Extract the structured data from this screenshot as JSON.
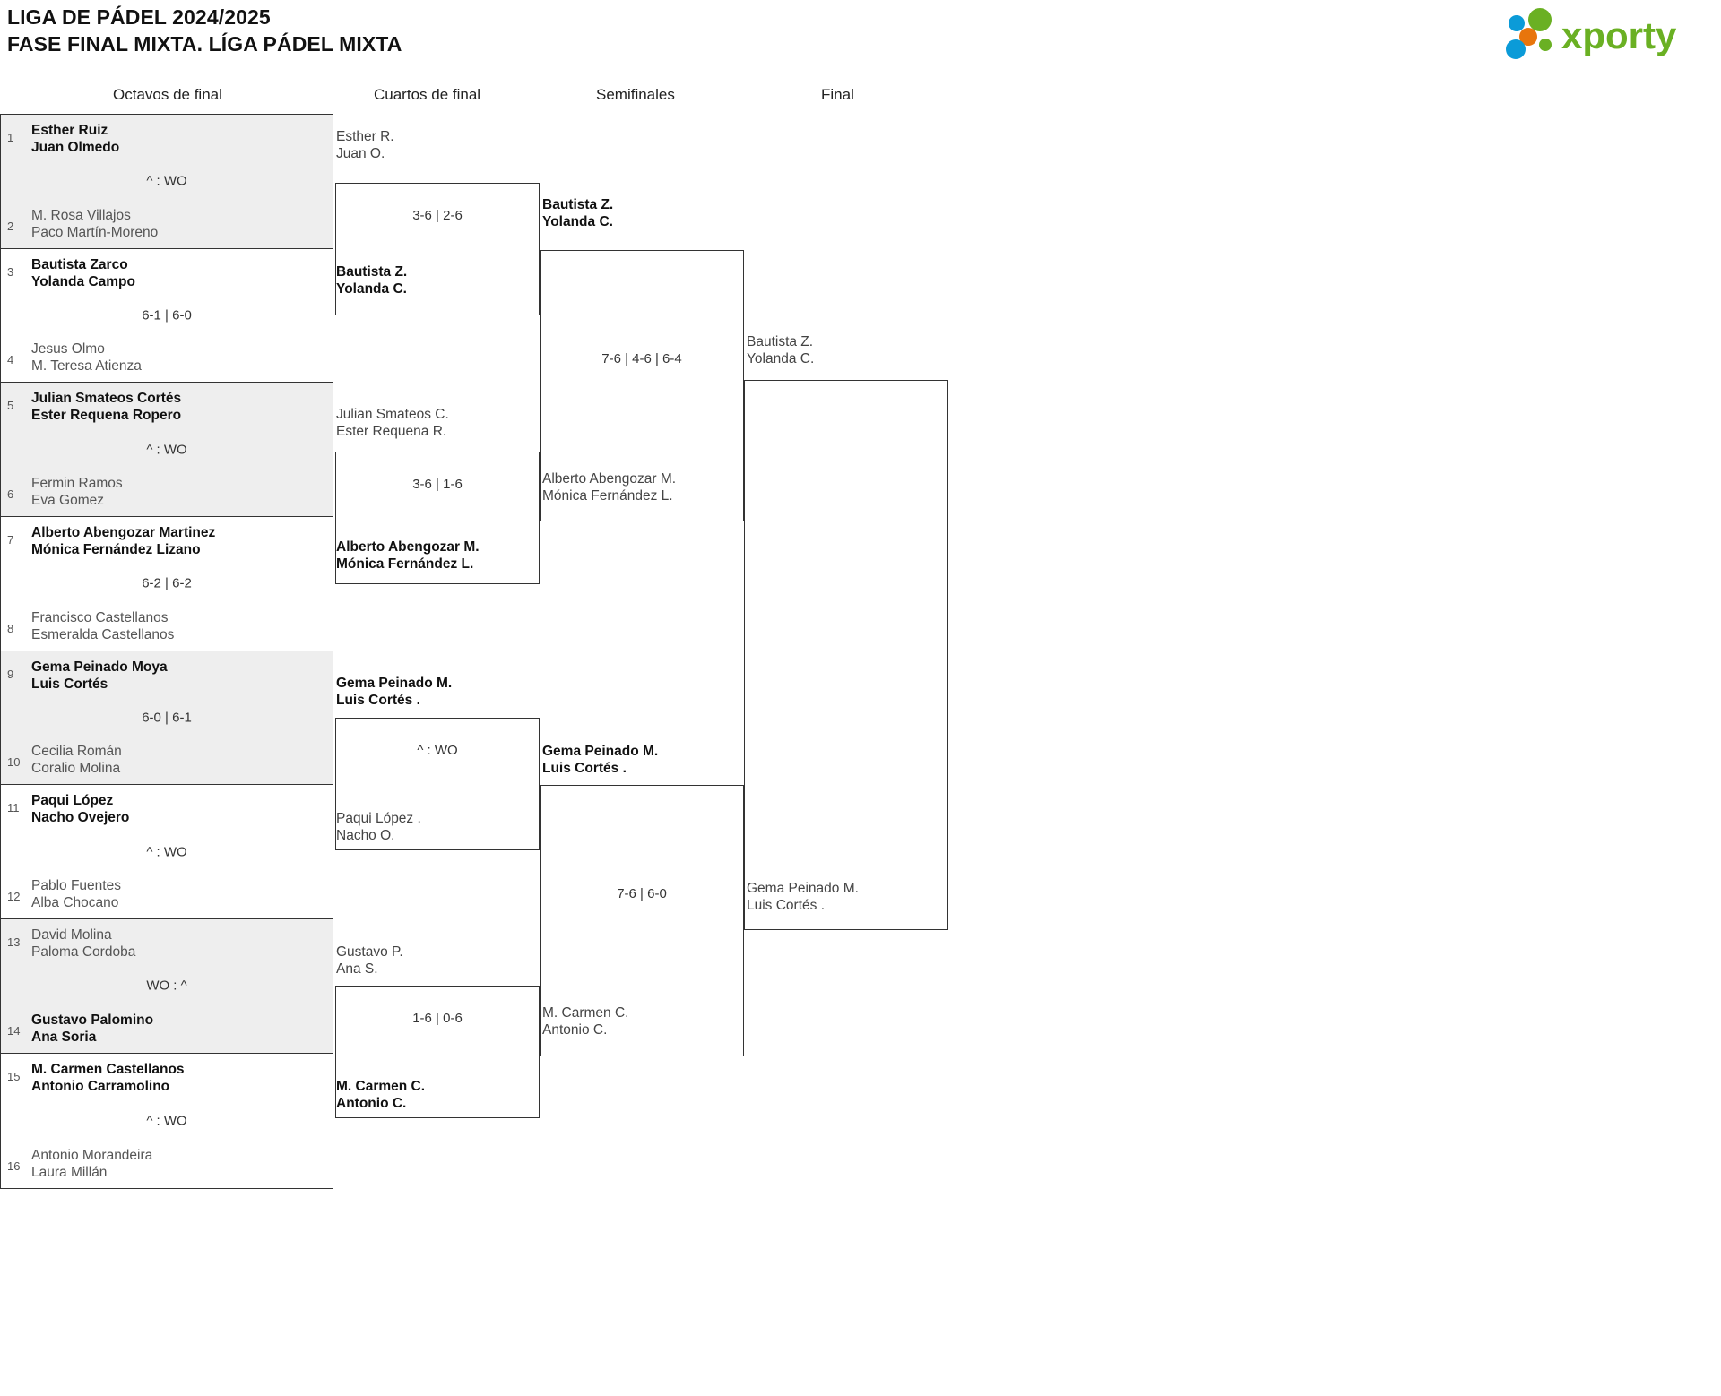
{
  "header": {
    "title_line1": "LIGA DE PÁDEL 2024/2025",
    "title_line2": "FASE FINAL MIXTA. LÍGA PÁDEL MIXTA",
    "logo_text": "xporty",
    "logo_colors": {
      "green": "#6ab023",
      "blue": "#0b9bd8",
      "orange": "#e8750c"
    }
  },
  "rounds": [
    {
      "id": "octavos",
      "label": "Octavos de final"
    },
    {
      "id": "cuartos",
      "label": "Cuartos de final"
    },
    {
      "id": "semis",
      "label": "Semifinales"
    },
    {
      "id": "final",
      "label": "Final"
    }
  ],
  "octavos": [
    {
      "seed_top": "1",
      "seed_bot": "2",
      "top": {
        "p1": "Esther Ruiz",
        "p2": "Juan Olmedo",
        "winner": true
      },
      "bot": {
        "p1": "M. Rosa Villajos",
        "p2": "Paco Martín-Moreno",
        "winner": false
      },
      "score": "^ : WO",
      "shaded": true
    },
    {
      "seed_top": "3",
      "seed_bot": "4",
      "top": {
        "p1": "Bautista Zarco",
        "p2": "Yolanda Campo",
        "winner": true
      },
      "bot": {
        "p1": "Jesus Olmo",
        "p2": "M. Teresa Atienza",
        "winner": false
      },
      "score": "6-1 | 6-0",
      "shaded": false
    },
    {
      "seed_top": "5",
      "seed_bot": "6",
      "top": {
        "p1": "Julian Smateos Cortés",
        "p2": "Ester Requena Ropero",
        "winner": true
      },
      "bot": {
        "p1": "Fermin Ramos",
        "p2": "Eva Gomez",
        "winner": false
      },
      "score": "^ : WO",
      "shaded": true
    },
    {
      "seed_top": "7",
      "seed_bot": "8",
      "top": {
        "p1": "Alberto Abengozar Martinez",
        "p2": "Mónica Fernández Lizano",
        "winner": true
      },
      "bot": {
        "p1": "Francisco Castellanos",
        "p2": "Esmeralda Castellanos",
        "winner": false
      },
      "score": "6-2 | 6-2",
      "shaded": false
    },
    {
      "seed_top": "9",
      "seed_bot": "10",
      "top": {
        "p1": "Gema Peinado Moya",
        "p2": "Luis Cortés",
        "winner": true
      },
      "bot": {
        "p1": "Cecilia Román",
        "p2": "Coralio Molina",
        "winner": false
      },
      "score": "6-0 | 6-1",
      "shaded": true
    },
    {
      "seed_top": "11",
      "seed_bot": "12",
      "top": {
        "p1": "Paqui López",
        "p2": "Nacho Ovejero",
        "winner": true
      },
      "bot": {
        "p1": "Pablo Fuentes",
        "p2": "Alba Chocano",
        "winner": false
      },
      "score": "^ : WO",
      "shaded": false
    },
    {
      "seed_top": "13",
      "seed_bot": "14",
      "top": {
        "p1": "David Molina",
        "p2": "Paloma Cordoba",
        "winner": false
      },
      "bot": {
        "p1": "Gustavo Palomino",
        "p2": "Ana Soria",
        "winner": true
      },
      "score": "WO : ^",
      "shaded": true
    },
    {
      "seed_top": "15",
      "seed_bot": "16",
      "top": {
        "p1": "M. Carmen Castellanos",
        "p2": "Antonio Carramolino",
        "winner": true
      },
      "bot": {
        "p1": "Antonio Morandeira",
        "p2": "Laura Millán",
        "winner": false
      },
      "score": "^ : WO",
      "shaded": false
    }
  ],
  "cuartos": [
    {
      "top": {
        "p1": "Esther R.",
        "p2": "Juan O.",
        "winner": false
      },
      "bot": {
        "p1": "Bautista Z.",
        "p2": "Yolanda C.",
        "winner": true
      },
      "score": "3-6 | 2-6"
    },
    {
      "top": {
        "p1": "Julian Smateos C.",
        "p2": "Ester Requena R.",
        "winner": false
      },
      "bot": {
        "p1": "Alberto Abengozar M.",
        "p2": "Mónica Fernández L.",
        "winner": true
      },
      "score": "3-6 | 1-6"
    },
    {
      "top": {
        "p1": "Gema Peinado M.",
        "p2": "Luis Cortés .",
        "winner": true
      },
      "bot": {
        "p1": "Paqui López .",
        "p2": "Nacho O.",
        "winner": false
      },
      "score": "^ : WO"
    },
    {
      "top": {
        "p1": "Gustavo P.",
        "p2": "Ana S.",
        "winner": false
      },
      "bot": {
        "p1": "M. Carmen C.",
        "p2": "Antonio C.",
        "winner": true
      },
      "score": "1-6 | 0-6"
    }
  ],
  "semis": [
    {
      "top": {
        "p1": "Bautista Z.",
        "p2": "Yolanda C.",
        "winner": true
      },
      "bot": {
        "p1": "Alberto Abengozar M.",
        "p2": "Mónica Fernández L.",
        "winner": false
      },
      "score": "7-6 | 4-6 | 6-4"
    },
    {
      "top": {
        "p1": "Gema Peinado M.",
        "p2": "Luis Cortés .",
        "winner": true
      },
      "bot": {
        "p1": "M. Carmen C.",
        "p2": "Antonio C.",
        "winner": false
      },
      "score": "7-6 | 6-0"
    }
  ],
  "final": {
    "top": {
      "p1": "Bautista Z.",
      "p2": "Yolanda C.",
      "winner": false
    },
    "bot": {
      "p1": "Gema Peinado M.",
      "p2": "Luis Cortés .",
      "winner": false
    },
    "score": ""
  }
}
